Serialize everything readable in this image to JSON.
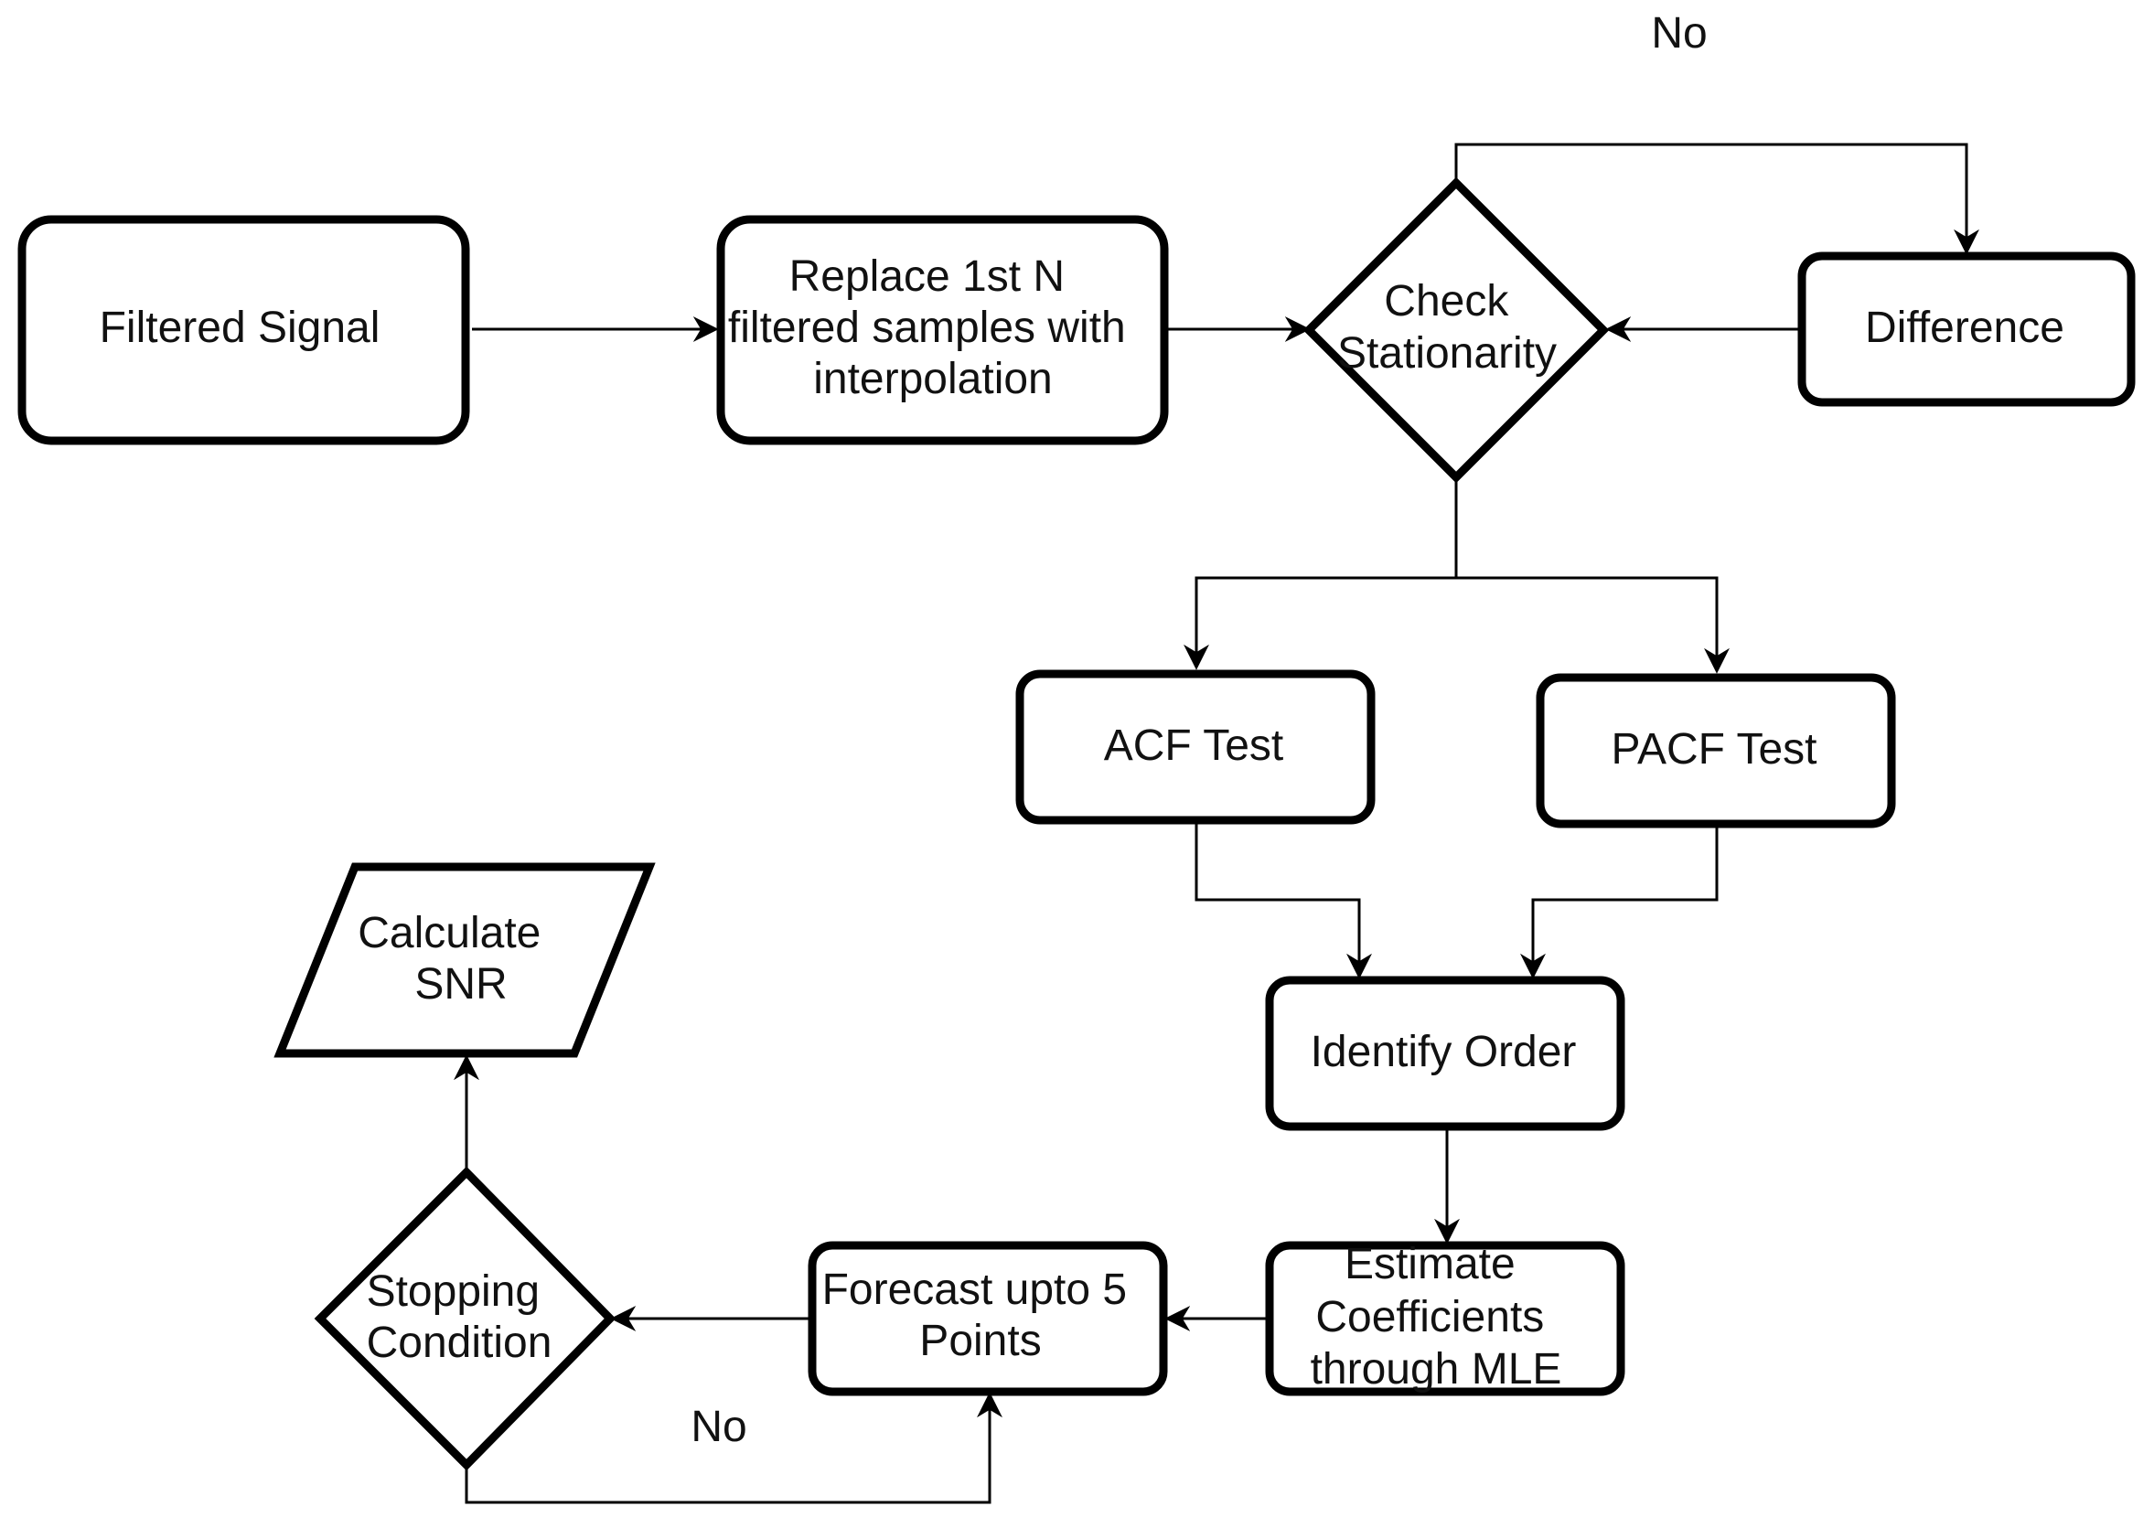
{
  "nodes": {
    "filtered_signal": {
      "lines": [
        "Filtered Signal"
      ]
    },
    "replace": {
      "lines": [
        "Replace 1st N",
        "filtered samples with",
        "interpolation"
      ]
    },
    "check": {
      "lines": [
        "Check",
        "Stationarity"
      ]
    },
    "difference": {
      "lines": [
        "Difference"
      ]
    },
    "acf": {
      "lines": [
        "ACF Test"
      ]
    },
    "pacf": {
      "lines": [
        "PACF Test"
      ]
    },
    "identify": {
      "lines": [
        "Identify Order"
      ]
    },
    "estimate": {
      "lines": [
        "Estimate",
        "Coefficients",
        "through MLE"
      ]
    },
    "forecast": {
      "lines": [
        "Forecast upto 5",
        "Points"
      ]
    },
    "stopping": {
      "lines": [
        "Stopping",
        "Condition"
      ]
    },
    "snr": {
      "lines": [
        "Calculate",
        "SNR"
      ]
    }
  },
  "edge_labels": {
    "check_no": "No",
    "stopping_no": "No"
  }
}
